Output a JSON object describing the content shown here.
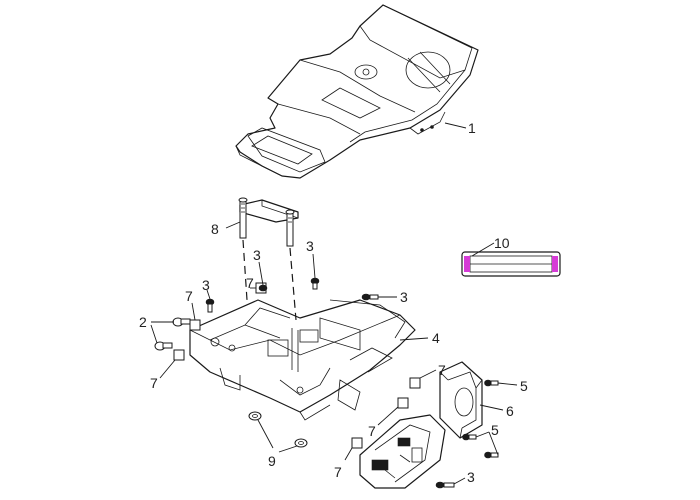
{
  "callouts": {
    "c1": "1",
    "c2": "2",
    "c3_a": "3",
    "c3_b": "3",
    "c3_c": "3",
    "c3_d": "3",
    "c3_e": "3",
    "c4": "4",
    "c5_a": "5",
    "c5_b": "5",
    "c6": "6",
    "c7_a": "7",
    "c7_b": "7",
    "c7_c": "7",
    "c7_d": "7",
    "c7_e": "7",
    "c7_f": "7",
    "c8": "8",
    "c9": "9",
    "c10": "10"
  },
  "colors": {
    "line": "#1a1a1a",
    "highlight": "#d63bd6",
    "background": "#ffffff"
  }
}
